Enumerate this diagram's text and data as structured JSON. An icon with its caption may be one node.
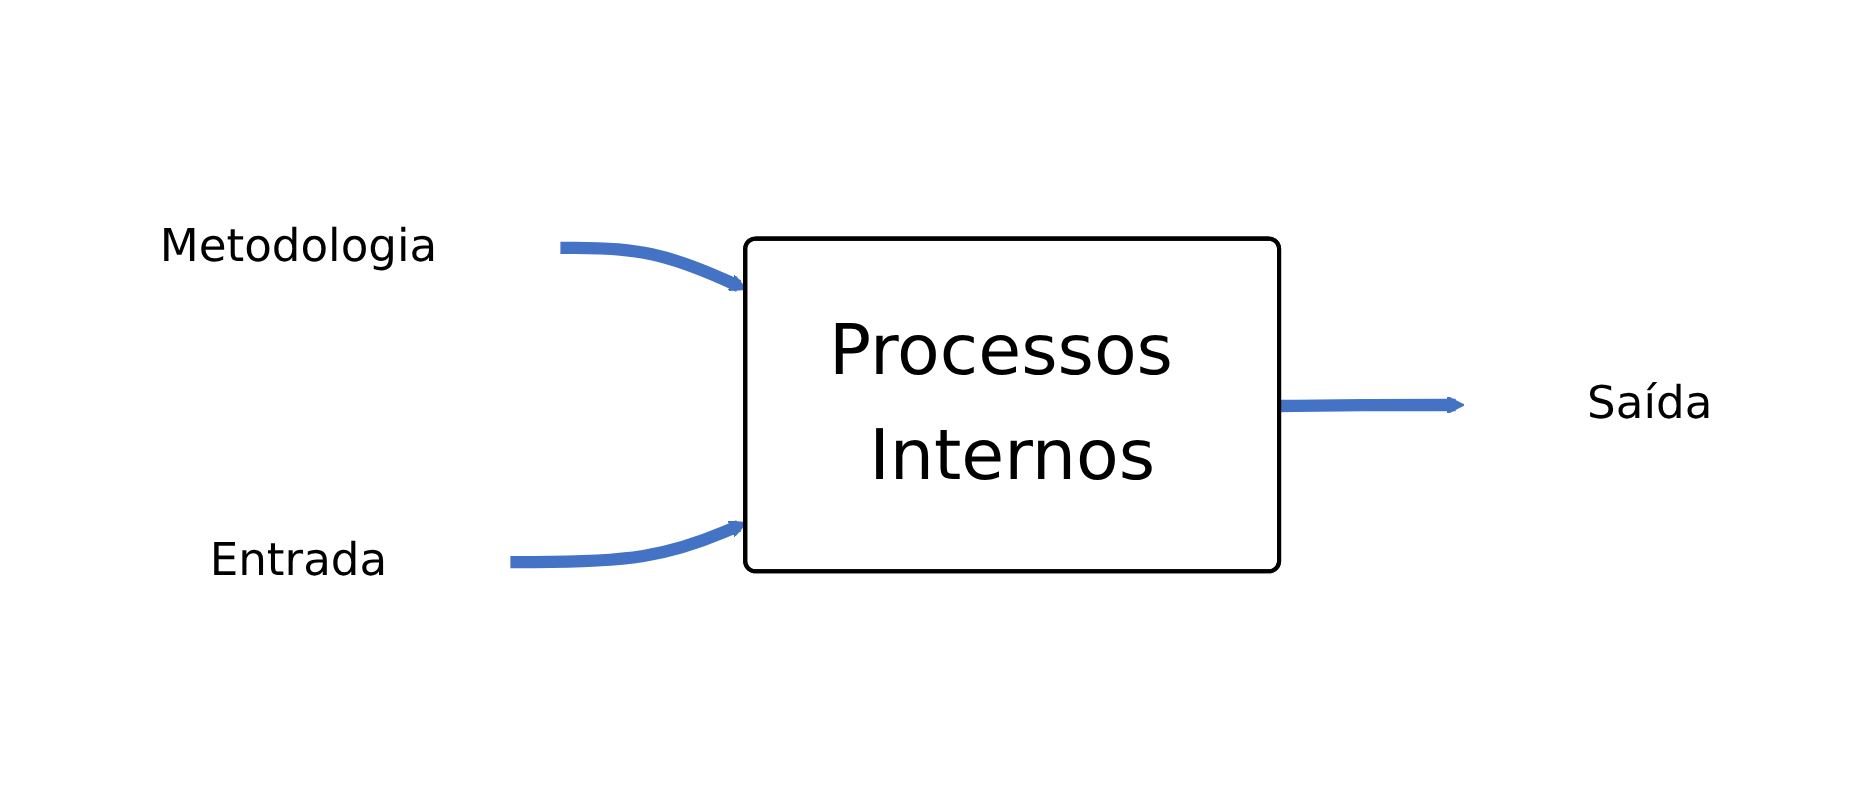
{
  "diagram": {
    "nodes": [
      {
        "text": [
          "Metodologia"
        ]
      },
      {
        "text": [
          "Entrada"
        ]
      },
      {
        "text": [
          "Processos Internos"
        ]
      },
      {
        "text": [
          "Saída"
        ]
      }
    ],
    "edges": [
      {
        "from": 0,
        "to": 2,
        "arrow": "to"
      },
      {
        "from": 1,
        "to": 2,
        "arrow": "to"
      },
      {
        "from": 2,
        "to": 3,
        "arrow": "to"
      }
    ]
  }
}
